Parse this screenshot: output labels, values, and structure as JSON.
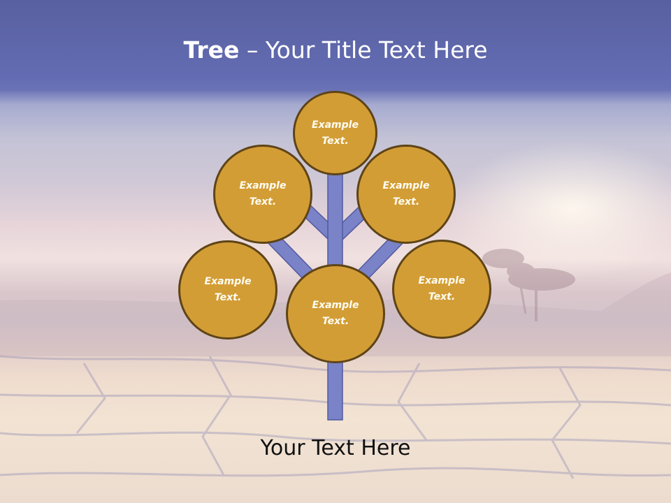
{
  "slide": {
    "title_bold": "Tree",
    "title_rest": " – Your Title Text Here",
    "footer_text": "Your Text Here"
  },
  "tree": {
    "colors": {
      "header_band": "#636cb2",
      "circle_fill": "#d39d36",
      "circle_border": "#5e4417",
      "branch_fill": "#7a83c8",
      "branch_border": "#525a9e",
      "circle_text": "#fffdf2"
    },
    "nodes": [
      {
        "id": "top",
        "line1": "Example",
        "line2": "Text."
      },
      {
        "id": "upper-left",
        "line1": "Example",
        "line2": "Text."
      },
      {
        "id": "upper-right",
        "line1": "Example",
        "line2": "Text."
      },
      {
        "id": "left",
        "line1": "Example",
        "line2": "Text."
      },
      {
        "id": "right",
        "line1": "Example",
        "line2": "Text."
      },
      {
        "id": "center",
        "line1": "Example",
        "line2": "Text."
      }
    ]
  }
}
